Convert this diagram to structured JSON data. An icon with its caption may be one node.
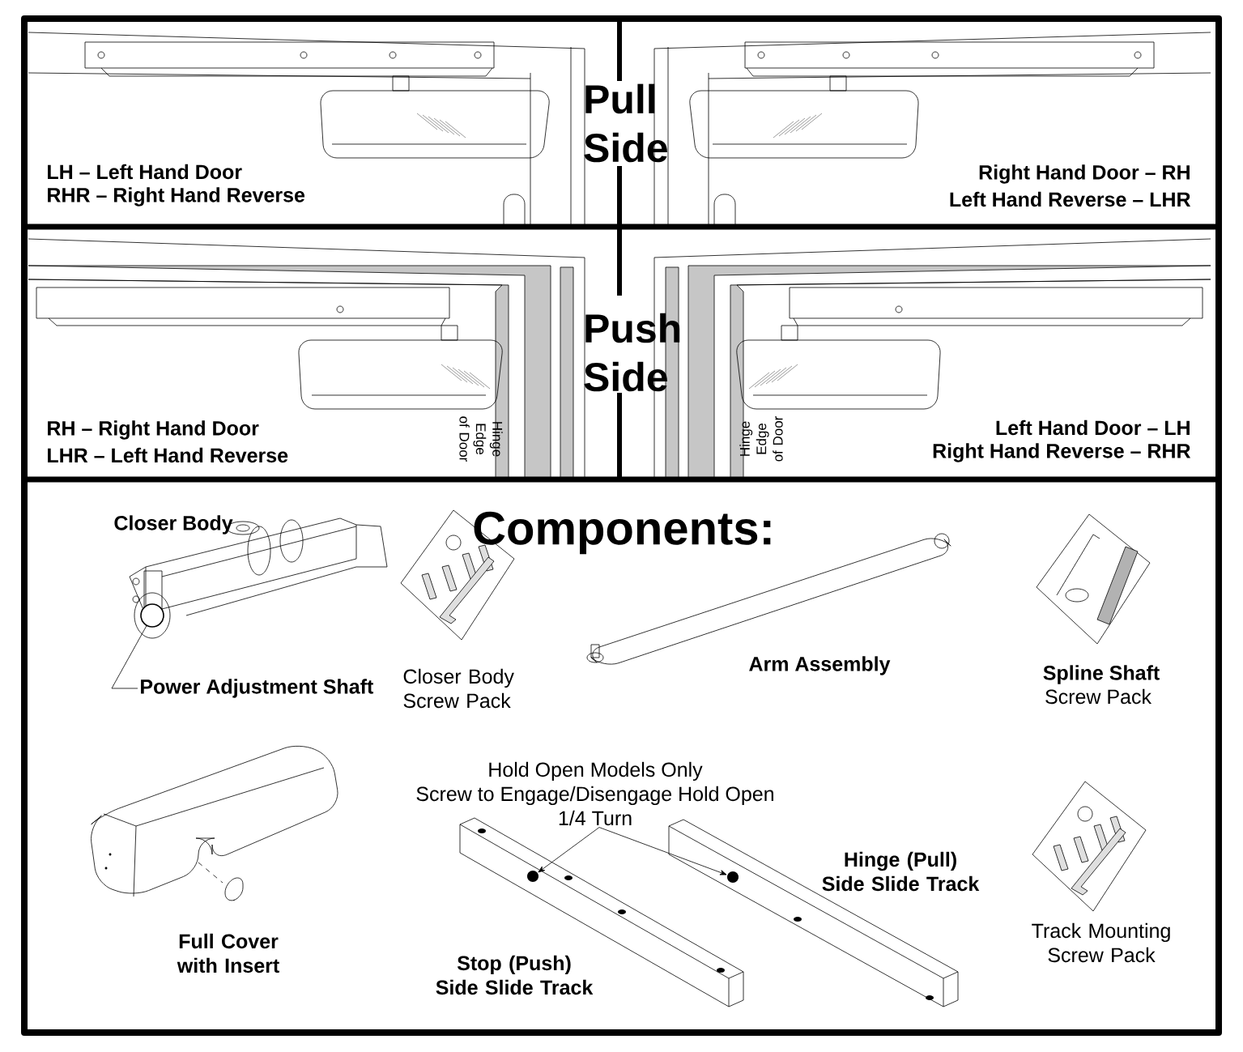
{
  "diagram": {
    "nodes": [
      {
        "text": [
          "Power Adjustment Shaft"
        ]
      },
      {
        "text": [],
        "shape": "circle"
      },
      {
        "text": [
          "Hold Open Models Only",
          "Screw to Engage/Disengage Hold Open",
          "1/4 Turn"
        ]
      },
      {
        "text": [],
        "shape": "circle"
      },
      {
        "text": [],
        "shape": "circle"
      }
    ],
    "edges": [
      {
        "from": 0,
        "to": 1,
        "arrow": "none"
      },
      {
        "from": 2,
        "to": 3,
        "arrow": "to"
      },
      {
        "from": 2,
        "to": 4,
        "arrow": "to"
      }
    ],
    "labels": [
      "Pull Side",
      "LH – Left Hand Door",
      "RHR – Right Hand Reverse",
      "Right Hand Door – RH",
      "Left Hand Reverse – LHR",
      "Push Side",
      "Hinge Edge of Door",
      "RH – Right Hand Door",
      "LHR – Left Hand Reverse",
      "Hinge Edge of Door",
      "Left Hand Door – LH",
      "Right Hand Reverse – RHR",
      "Components:",
      "Closer Body",
      "Closer Body Screw Pack",
      "Arm Assembly",
      "Spline Shaft",
      "Screw Pack",
      "Full Cover with Insert",
      "Stop (Push) Side Slide Track",
      "Hinge (Pull) Side Slide Track",
      "Track Mounting Screw Pack"
    ]
  }
}
